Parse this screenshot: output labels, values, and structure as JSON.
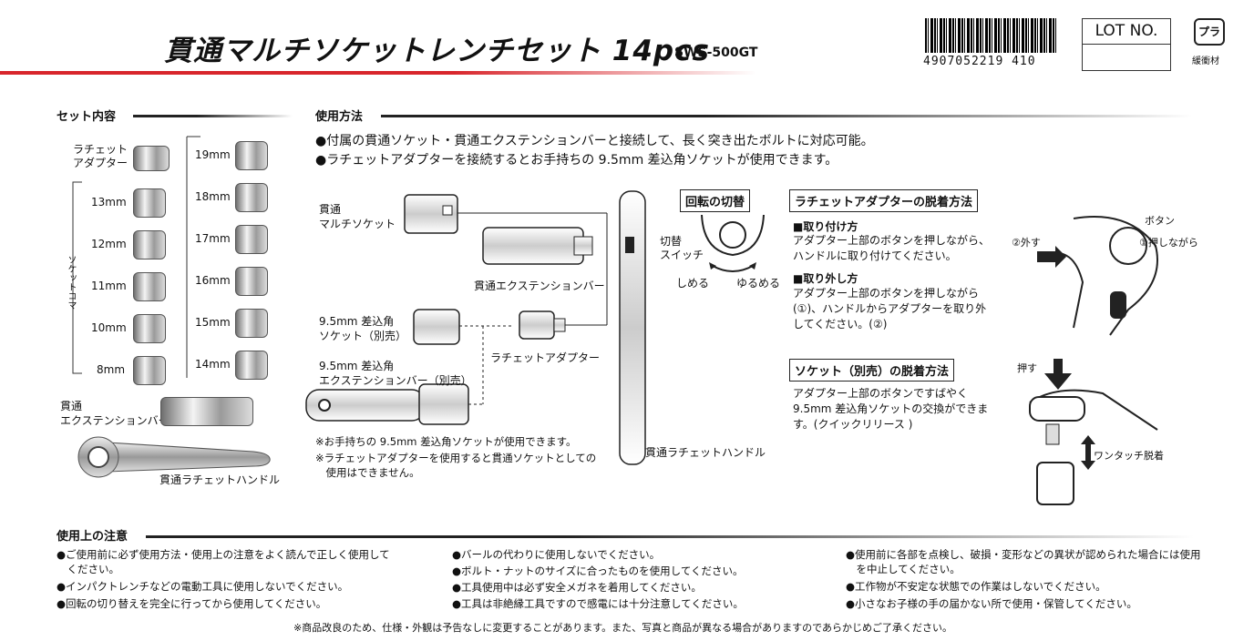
{
  "header": {
    "title": "貫通マルチソケットレンチセット 14pcs",
    "model": "SWS-500GT",
    "barcode_number": "4907052219 410",
    "lot_label": "LOT NO.",
    "recycle_mark": "プラ",
    "recycle_caption": "緩衝材"
  },
  "contents": {
    "heading": "セット内容",
    "ratchet_adapter": "ラチェット\nアダプター",
    "socket_label": "ソケットコマ",
    "left_sizes": [
      "13mm",
      "12mm",
      "11mm",
      "10mm",
      "8mm"
    ],
    "right_sizes": [
      "19mm",
      "18mm",
      "17mm",
      "16mm",
      "15mm",
      "14mm"
    ],
    "extension": "貫通\nエクステンションバー",
    "handle": "貫通ラチェットハンドル"
  },
  "usage": {
    "heading": "使用方法",
    "line1": "●付属の貫通ソケット・貫通エクステンションバーと接続して、長く突き出たボルトに対応可能。",
    "line2": "●ラチェットアダプターを接続するとお手持ちの 9.5mm 差込角ソケットが使用できます。",
    "multi_socket": "貫通\nマルチソケット",
    "ext_bar": "貫通エクステンションバー",
    "sq_socket": "9.5mm 差込角\nソケット（別売）",
    "adapter": "ラチェットアダプター",
    "sq_ext": "9.5mm 差込角\nエクステンションバー（別売）",
    "note1": "※お手持ちの 9.5mm 差込角ソケットが使用できます。",
    "note2": "※ラチェットアダプターを使用すると貫通ソケットとしての\n　使用はできません。",
    "handle": "貫通ラチェットハンドル",
    "switch": "切替\nスイッチ",
    "rotation_heading": "回転の切替",
    "tighten": "しめる",
    "loosen": "ゆるめる"
  },
  "adapter_detach": {
    "heading": "ラチェットアダプターの脱着方法",
    "attach_title": "■取り付け方",
    "attach_text": "アダプター上部のボタンを押しながら、\nハンドルに取り付けてください。",
    "remove_title": "■取り外し方",
    "remove_text": "アダプター上部のボタンを押しながら\n(①)、ハンドルからアダプターを取り外\nしてください。(②)",
    "button": "ボタン",
    "remove_step": "②外す",
    "press_step": "①押しながら"
  },
  "socket_detach": {
    "heading": "ソケット（別売）の脱着方法",
    "text": "アダプター上部のボタンですばやく\n9.5mm 差込角ソケットの交換ができま\nす。(クイックリリース )",
    "push": "押す",
    "one_touch": "ワンタッチ脱着"
  },
  "cautions": {
    "heading": "使用上の注意",
    "col1": [
      "●ご使用前に必ず使用方法・使用上の注意をよく読んで正しく使用して\n　ください。",
      "●インパクトレンチなどの電動工具に使用しないでください。",
      "●回転の切り替えを完全に行ってから使用してください。"
    ],
    "col2": [
      "●バールの代わりに使用しないでください。",
      "●ボルト・ナットのサイズに合ったものを使用してください。",
      "●工具使用中は必ず安全メガネを着用してください。",
      "●工具は非絶縁工具ですので感電には十分注意してください。"
    ],
    "col3": [
      "●使用前に各部を点検し、破損・変形などの異状が認められた場合には使用\n　を中止してください。",
      "●工作物が不安定な状態での作業はしないでください。",
      "●小さなお子様の手の届かない所で使用・保管してください。"
    ],
    "footer": "※商品改良のため、仕様・外観は予告なしに変更することがあります。また、写真と商品が異なる場合がありますのであらかじめご了承ください。"
  }
}
